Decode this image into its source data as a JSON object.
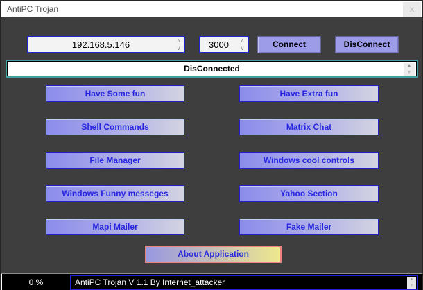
{
  "window": {
    "title": "AntiPC Trojan",
    "close_label": "x"
  },
  "connection": {
    "ip": "192.168.5.146",
    "port": "3000",
    "connect_label": "Connect",
    "disconnect_label": "DisConnect",
    "status": "DisConnected"
  },
  "feature_buttons": {
    "left": [
      "Have Some fun",
      "Shell Commands",
      "File Manager",
      "Windows Funny messeges",
      "Mapi Mailer"
    ],
    "right": [
      "Have Extra fun",
      "Matrix Chat",
      "Windows cool controls",
      "Yahoo Section",
      "Fake Mailer"
    ]
  },
  "about_label": "About Application",
  "statusbar": {
    "progress": "0 %",
    "marquee": "AntiPC Trojan V 1.1 By Internet_attacker"
  },
  "icons": {
    "spinner_up": "∧",
    "spinner_down": "∨",
    "scroll_up": "▴",
    "scroll_down": "▾"
  },
  "colors": {
    "client_background": "#3e3e3e",
    "titlebar_background": "#ffffff",
    "accent_border_blue": "#2323cd",
    "feature_text_blue": "#2727e0",
    "feature_gradient_start": "#8b8bec",
    "feature_gradient_end": "#d4d4e2",
    "connect_button": "#9c9ce8",
    "status_border_teal": "#419f9f",
    "about_border_pink": "#ec8282",
    "about_gradient_end_yellow": "#eee88e",
    "statusbar_background": "#000000"
  }
}
